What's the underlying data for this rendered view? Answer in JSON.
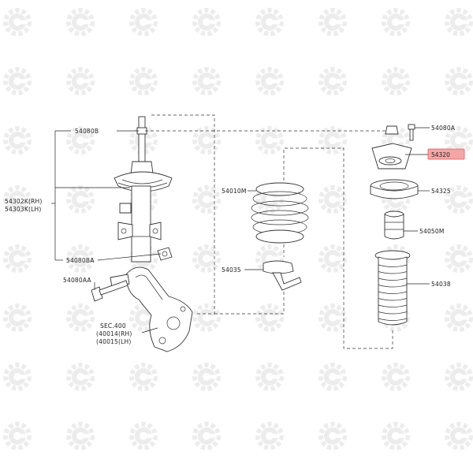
{
  "colors": {
    "highlight_fill": "#f4a6a6",
    "highlight_border": "#e05555",
    "line": "#333333",
    "watermark": "#ececec"
  },
  "watermark_icon": "gear-wrench-icon",
  "labels": {
    "p54080B": "54080B",
    "p54080A": "54080A",
    "p54320": "54320",
    "p54325": "54325",
    "p54050M": "54050M",
    "p54038": "54038",
    "p54010M": "54010M",
    "p54035": "54035",
    "p54302K": "54302K(RH)",
    "p54303K": "54303K(LH)",
    "p54080BA": "54080BA",
    "p54080AA": "54080AA",
    "sec400": "SEC.400",
    "p40014": "(40014(RH)",
    "p40015": "(40015(LH)"
  },
  "highlighted_part": "54320"
}
